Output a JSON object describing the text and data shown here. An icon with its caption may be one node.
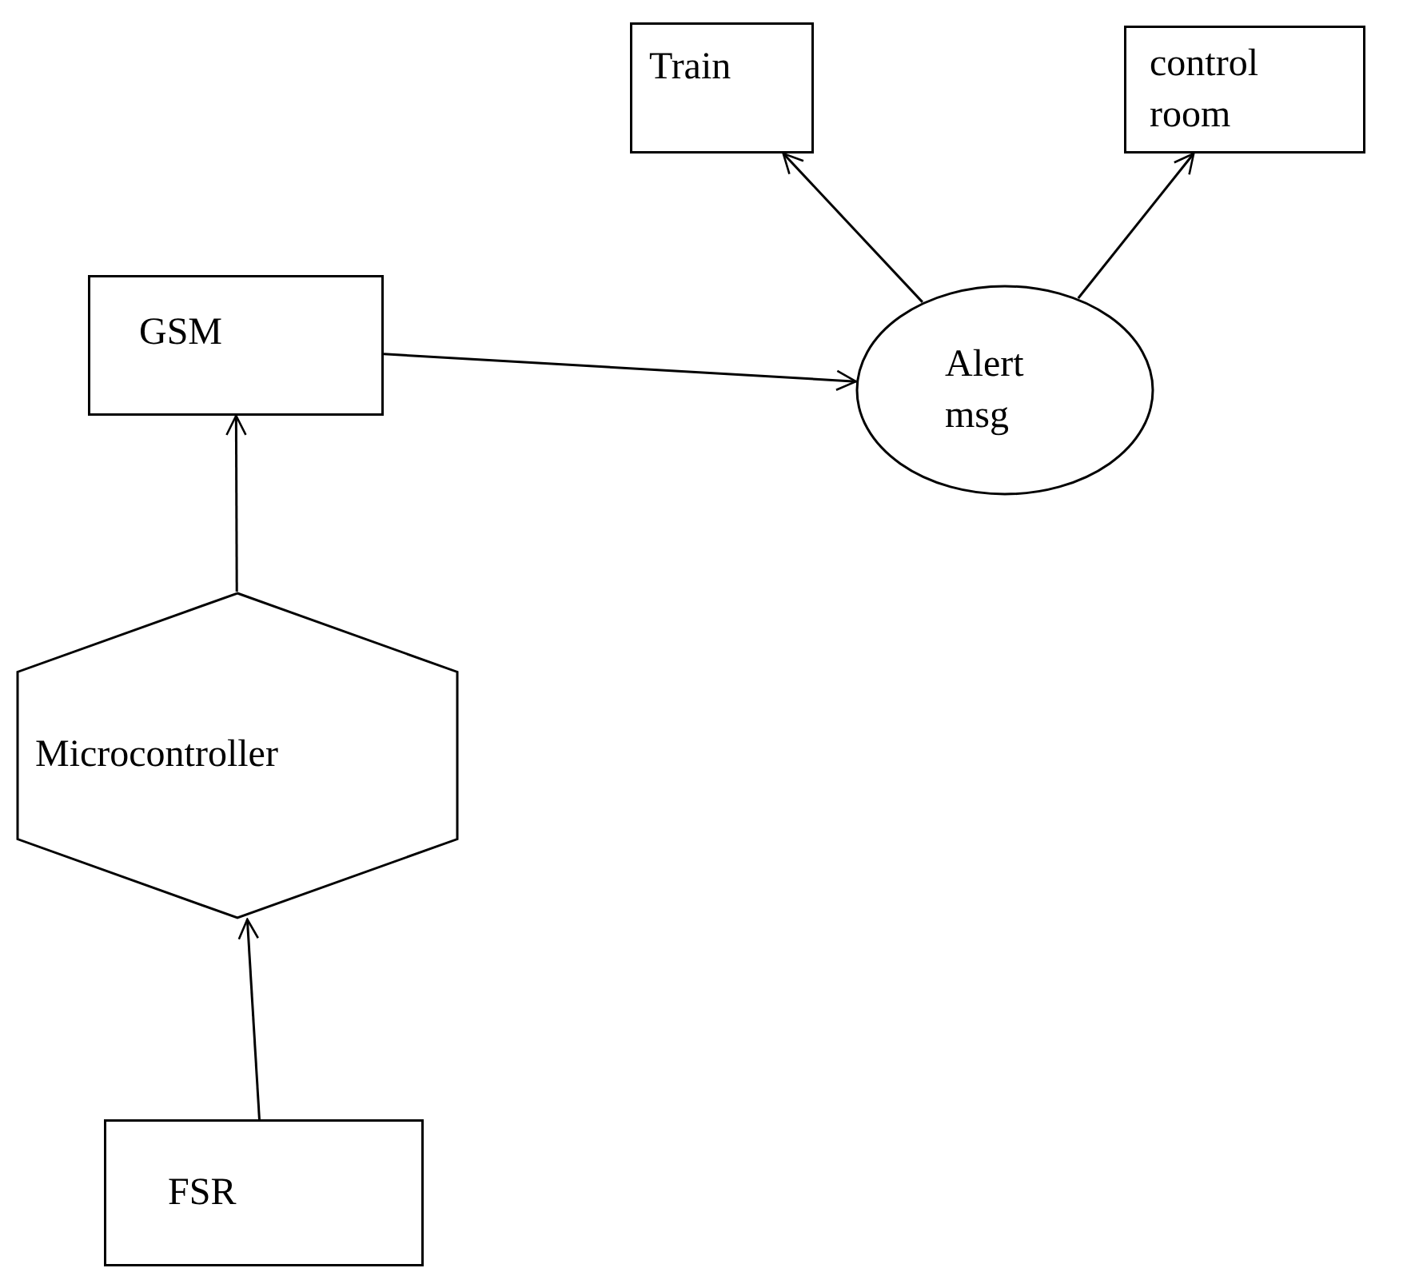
{
  "diagram": {
    "nodes": [
      {
        "text": [
          "Train"
        ]
      },
      {
        "text": [
          "control room"
        ]
      },
      {
        "text": [
          "GSM"
        ]
      },
      {
        "text": [
          "Alert msg"
        ]
      },
      {
        "text": [
          "Microcontroller"
        ]
      },
      {
        "text": [
          "FSR"
        ]
      }
    ],
    "edges": [
      {
        "from": 5,
        "to": 4,
        "arrow": "to"
      },
      {
        "from": 4,
        "to": 2,
        "arrow": "to"
      },
      {
        "from": 2,
        "to": 3,
        "arrow": "to"
      },
      {
        "from": 3,
        "to": 0,
        "arrow": "to"
      },
      {
        "from": 3,
        "to": 1,
        "arrow": "to"
      }
    ]
  }
}
